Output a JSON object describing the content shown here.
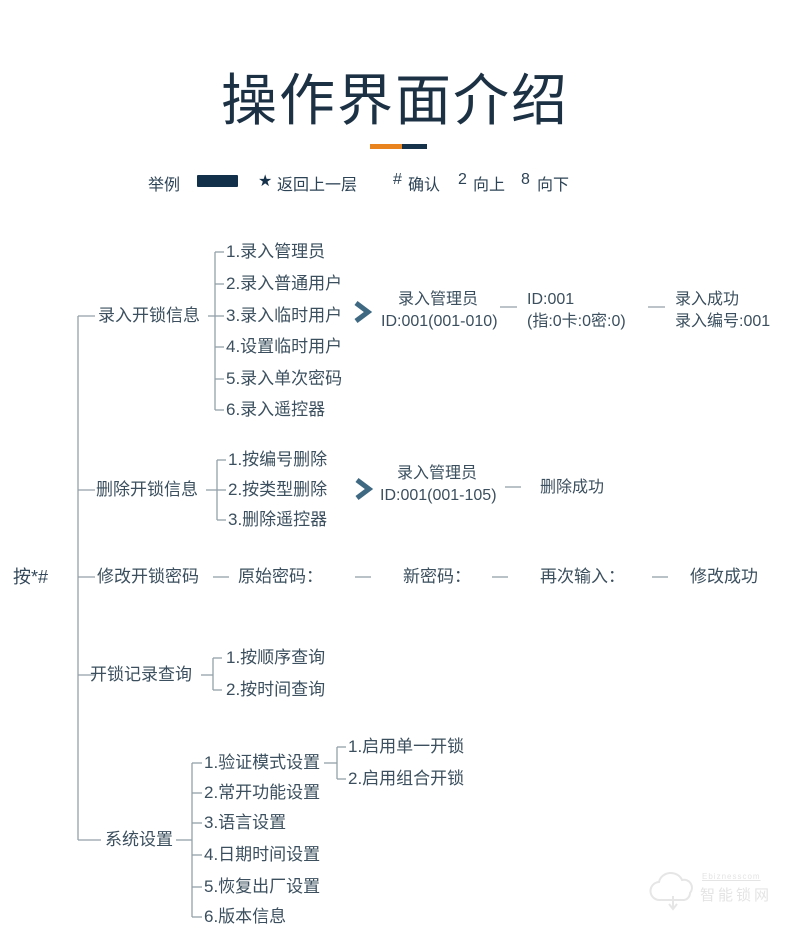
{
  "title": "操作界面介绍",
  "legend": {
    "example_label": "举例",
    "back_symbol": "★",
    "back_label": "返回上一层",
    "confirm_symbol": "#",
    "confirm_label": "确认",
    "up_symbol": "2",
    "up_label": "向上",
    "down_symbol": "8",
    "down_label": "向下"
  },
  "root_label": "按*#",
  "tree": {
    "branch1": {
      "label": "录入开锁信息",
      "children": [
        "1.录入管理员",
        "2.录入普通用户",
        "3.录入临时用户",
        "4.设置临时用户",
        "5.录入单次密码",
        "6.录入遥控器"
      ],
      "flow": [
        {
          "line1": "录入管理员",
          "line2": "ID:001(001-010)"
        },
        {
          "line1": "ID:001",
          "line2": "(指:0卡:0密:0)"
        },
        {
          "line1": "录入成功",
          "line2": "录入编号:001"
        }
      ]
    },
    "branch2": {
      "label": "删除开锁信息",
      "children": [
        "1.按编号删除",
        "2.按类型删除",
        "3.删除遥控器"
      ],
      "flow": [
        {
          "line1": "录入管理员",
          "line2": "ID:001(001-105)"
        },
        {
          "line1": "删除成功"
        }
      ]
    },
    "branch3": {
      "label": "修改开锁密码",
      "flow": [
        "原始密码：",
        "新密码：",
        "再次输入：",
        "修改成功"
      ]
    },
    "branch4": {
      "label": "开锁记录查询",
      "children": [
        "1.按顺序查询",
        "2.按时间查询"
      ]
    },
    "branch5": {
      "label": "系统设置",
      "children": [
        "1.验证模式设置",
        "2.常开功能设置",
        "3.语言设置",
        "4.日期时间设置",
        "5.恢复出厂设置",
        "6.版本信息"
      ],
      "sub_children": [
        "1.启用单一开锁",
        "2.启用组合开锁"
      ]
    }
  },
  "watermark": {
    "brand_en": "Ebiznesscom",
    "brand_cn": "智能锁网"
  },
  "colors": {
    "accent_orange": "#e8831d",
    "brand_navy": "#16324a",
    "text": "#3b4f5e",
    "line": "#93a1a9",
    "arrow": "#3f6982"
  }
}
